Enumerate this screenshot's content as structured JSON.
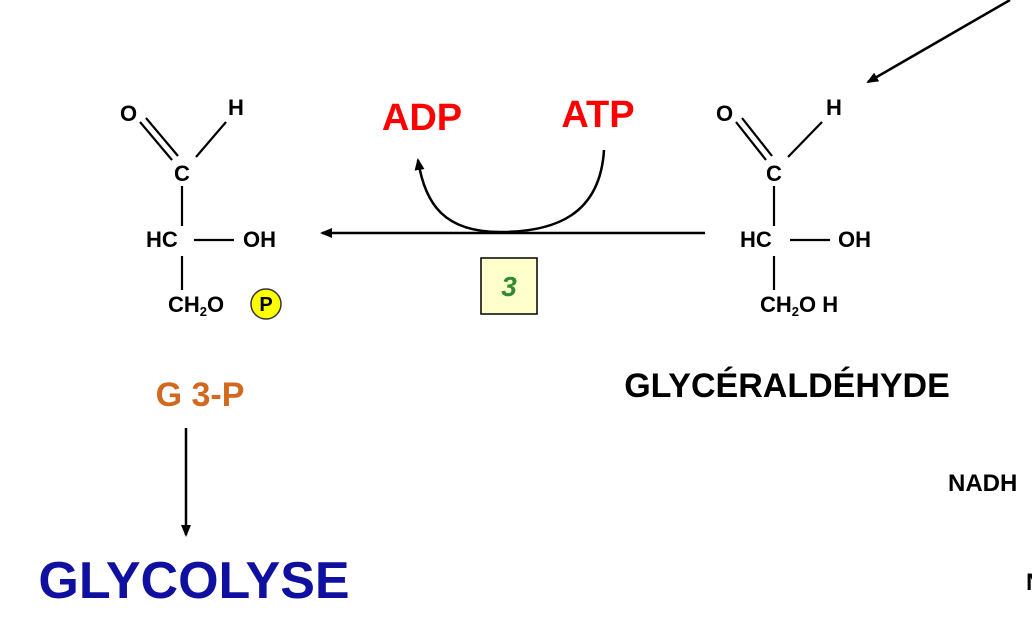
{
  "left_molecule": {
    "o": "O",
    "h": "H",
    "c": "C",
    "hc": "HC",
    "oh": "OH",
    "ch2o": "CH",
    "ch2o_sub": "2",
    "ch2o_o": "O",
    "phosphate": "P",
    "name": "G 3-P"
  },
  "right_molecule": {
    "o": "O",
    "h": "H",
    "c": "C",
    "hc": "HC",
    "oh": "OH",
    "ch2": "CH",
    "ch2_sub": "2",
    "ch2_tail": "O H",
    "name": "GLYCÉRALDÉHYDE"
  },
  "reaction": {
    "adp": "ADP",
    "atp": "ATP",
    "enzyme_number": "3"
  },
  "pathway": {
    "glycolyse": "GLYCOLYSE",
    "nadh_partial": "NADH",
    "cut_partial": "N"
  },
  "colors": {
    "cofactor_red": "#ff0000",
    "g3p_orange": "#d2691e",
    "glycolyse_blue": "#1010a0",
    "enzyme_box_fill": "#ffffcc",
    "enzyme_number_green": "#2e8b2e",
    "phosphate_fill": "#ffff00"
  }
}
